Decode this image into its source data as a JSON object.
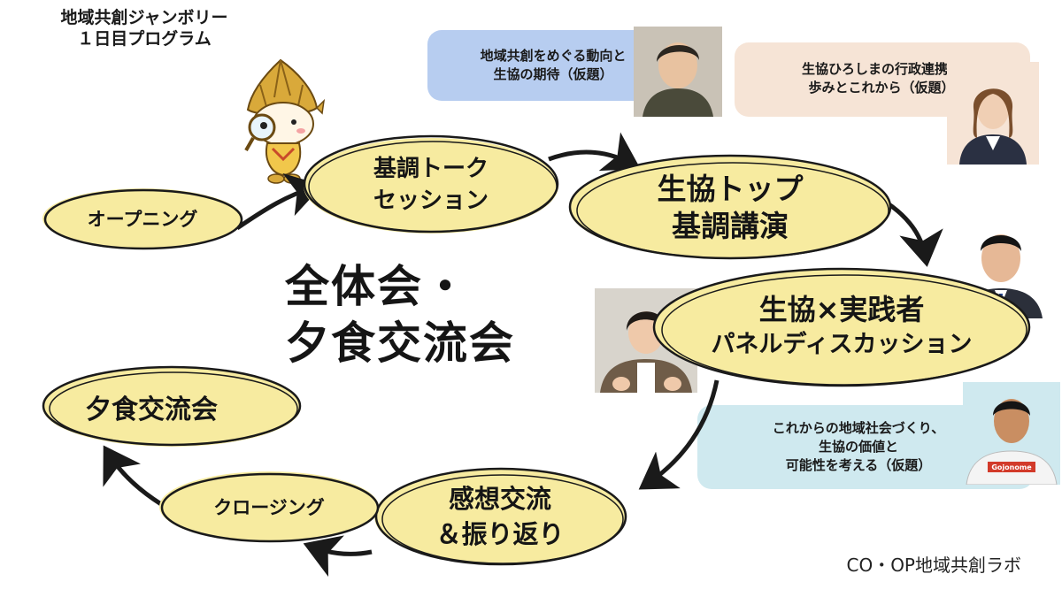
{
  "header": {
    "title_line1": "地域共創ジャンボリー",
    "title_line2": "１日目プログラム"
  },
  "center": {
    "title_line1": "全体会・",
    "title_line2": "夕食交流会"
  },
  "nodes": {
    "opening": "オープニング",
    "keynote_session_line1": "基調トーク",
    "keynote_session_line2": "セッション",
    "top_keynote_line1": "生協トップ",
    "top_keynote_line2": "基調講演",
    "panel_line1": "生協×実践者",
    "panel_line2": "パネルディスカッション",
    "reflection_line1": "感想交流",
    "reflection_line2": "＆振り返り",
    "closing": "クロージング",
    "dinner": "夕食交流会"
  },
  "callouts": {
    "trends_line1": "地域共創をめぐる動向と",
    "trends_line2": "生協の期待（仮題）",
    "history_line1": "生協ひろしまの行政連携の",
    "history_line2": "歩みとこれから（仮題）",
    "future_line1": "これからの地域社会づくり、",
    "future_line2": "生協の価値と",
    "future_line3": "可能性を考える（仮題）"
  },
  "shirt_text": "Gojonome",
  "footer": {
    "credit": "CO・OP地域共創ラボ"
  },
  "colors": {
    "node_fill": "#f7eba0",
    "outline": "#1a1a1a",
    "callout_blue": "#b7cdf0",
    "callout_peach": "#f6e4d6",
    "callout_teal": "#cfe9ef"
  }
}
